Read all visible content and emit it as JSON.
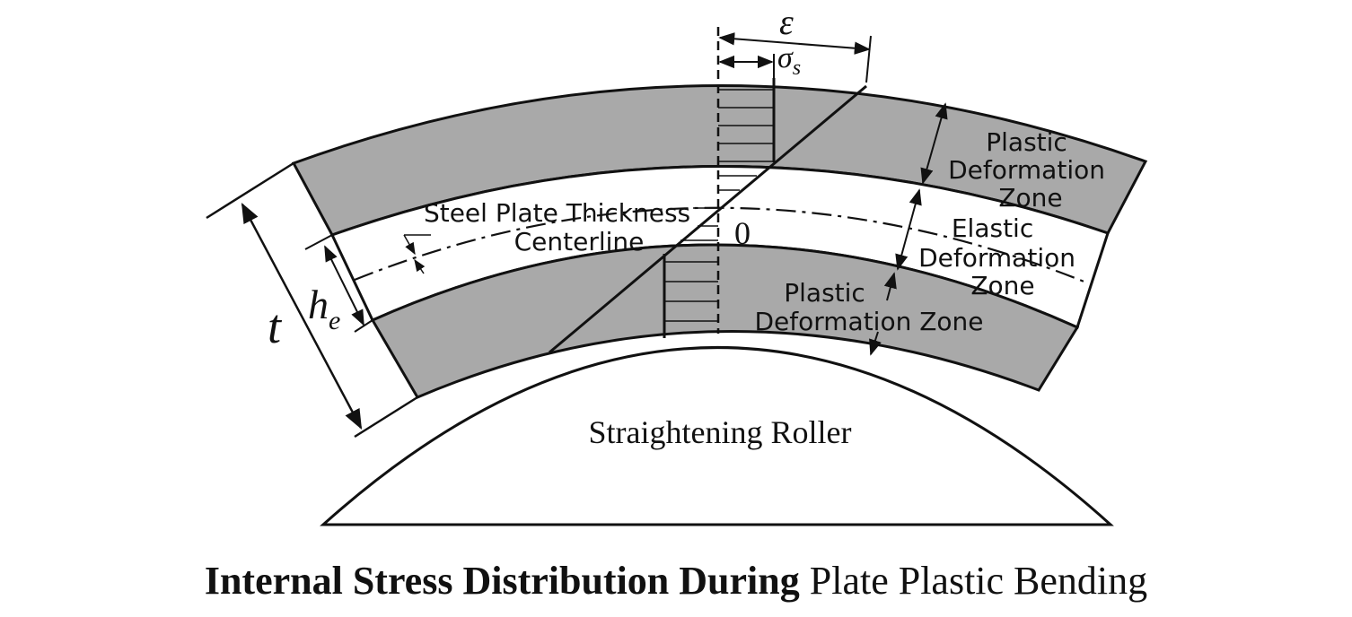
{
  "colors": {
    "plastic_zone": "#a9a9a9",
    "elastic_zone": "#ffffff",
    "line": "#111111"
  },
  "labels": {
    "epsilon": "ε",
    "sigma": "σ",
    "sigma_sub": "s",
    "zero": "0",
    "t": "t",
    "h": "h",
    "h_sub": "e",
    "centerline_line1": "Steel Plate Thickness",
    "centerline_line2": "Centerline",
    "plastic_top_line1": "Plastic",
    "plastic_top_line2": "Deformation",
    "plastic_top_line3": "Zone",
    "elastic_line1": "Elastic",
    "elastic_line2": "Deformation",
    "elastic_line3": "Zone",
    "plastic_bottom_line1": "Plastic",
    "plastic_bottom_line2": "Deformation Zone",
    "roller": "Straightening Roller"
  },
  "caption": {
    "bold": "Internal Stress Distribution During",
    "normal": "Plate Plastic Bending"
  }
}
